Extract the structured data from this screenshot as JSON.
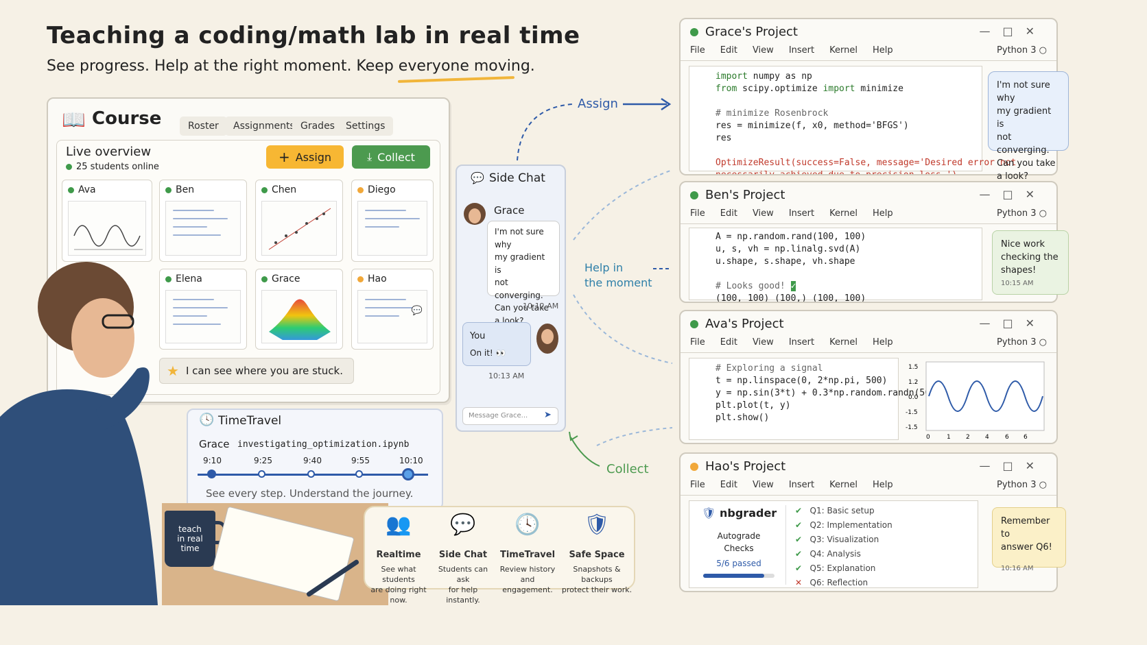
{
  "header": {
    "title": "Teaching a coding/math lab in real time",
    "subtitle": "See progress. Help at the right moment. Keep everyone moving."
  },
  "course": {
    "title": "Course",
    "tabs": [
      "Roster",
      "Assignments",
      "Grades",
      "Settings"
    ],
    "overview_title": "Live overview",
    "online": "25 students online",
    "assign_label": "Assign",
    "collect_label": "Collect",
    "students": [
      {
        "name": "Ava",
        "status": "green"
      },
      {
        "name": "Ben",
        "status": "green"
      },
      {
        "name": "Chen",
        "status": "green"
      },
      {
        "name": "Diego",
        "status": "orange"
      },
      {
        "name": "Elena",
        "status": "green"
      },
      {
        "name": "Grace",
        "status": "green"
      },
      {
        "name": "Hao",
        "status": "orange"
      }
    ],
    "stuck_msg": "I can see where you are stuck."
  },
  "timetravel": {
    "title": "TimeTravel",
    "student": "Grace",
    "file": "investigating_optimization.ipynb",
    "times": [
      "9:10",
      "9:25",
      "9:40",
      "9:55",
      "10:10"
    ],
    "caption": "See every step. Understand the journey."
  },
  "mug": {
    "text1": "teach",
    "text2": "in real",
    "text3": "time"
  },
  "chat": {
    "title": "Side Chat",
    "from": "Grace",
    "message": [
      "I'm not sure why",
      "my gradient is",
      "not converging.",
      "Can you take",
      "a look?"
    ],
    "time1": "10:12 AM",
    "you": "You",
    "reply": "On it! 👀",
    "time2": "10:13 AM",
    "placeholder": "Message Grace..."
  },
  "flow": {
    "assign": "Assign",
    "help1": "Help in",
    "help2": "the moment",
    "collect": "Collect"
  },
  "menu": [
    "File",
    "Edit",
    "View",
    "Insert",
    "Kernel",
    "Help"
  ],
  "kernel": "Python 3",
  "projects": {
    "grace": {
      "title": "Grace's Project",
      "bubble": [
        "I'm not sure why",
        "my gradient is",
        "not converging.",
        "Can you take",
        "a look?"
      ]
    },
    "ben": {
      "title": "Ben's Project",
      "note": [
        "Nice work",
        "checking the",
        "shapes!"
      ],
      "time": "10:15 AM"
    },
    "ava": {
      "title": "Ava's Project"
    },
    "hao": {
      "title": "Hao's Project",
      "tool": "nbgrader",
      "auto1": "Autograde",
      "auto2": "Checks",
      "passed": "5/6 passed",
      "questions": [
        "Q1: Basic setup",
        "Q2: Implementation",
        "Q3: Visualization",
        "Q4: Analysis",
        "Q5: Explanation",
        "Q6: Reflection"
      ],
      "note": [
        "Remember to",
        "answer Q6!"
      ],
      "time": "10:16 AM"
    }
  },
  "features": [
    {
      "title": "Realtime",
      "d1": "See what students",
      "d2": "are doing right now."
    },
    {
      "title": "Side Chat",
      "d1": "Students can ask",
      "d2": "for help instantly."
    },
    {
      "title": "TimeTravel",
      "d1": "Review history",
      "d2": "and engagement."
    },
    {
      "title": "Safe Space",
      "d1": "Snapshots & backups",
      "d2": "protect their work."
    }
  ],
  "colors": {
    "accent": "#2e5aa8",
    "green": "#3f9a4a",
    "orange": "#f1a83a",
    "assign": "#f7b733",
    "collect": "#4c9a4f"
  },
  "chart_data": {
    "type": "line",
    "y_ticks": [
      "1.5",
      "1.2",
      "0.0",
      "-1.5",
      "-1.5"
    ],
    "x_ticks": [
      "0",
      "1",
      "2",
      "4",
      "6",
      "6"
    ]
  }
}
